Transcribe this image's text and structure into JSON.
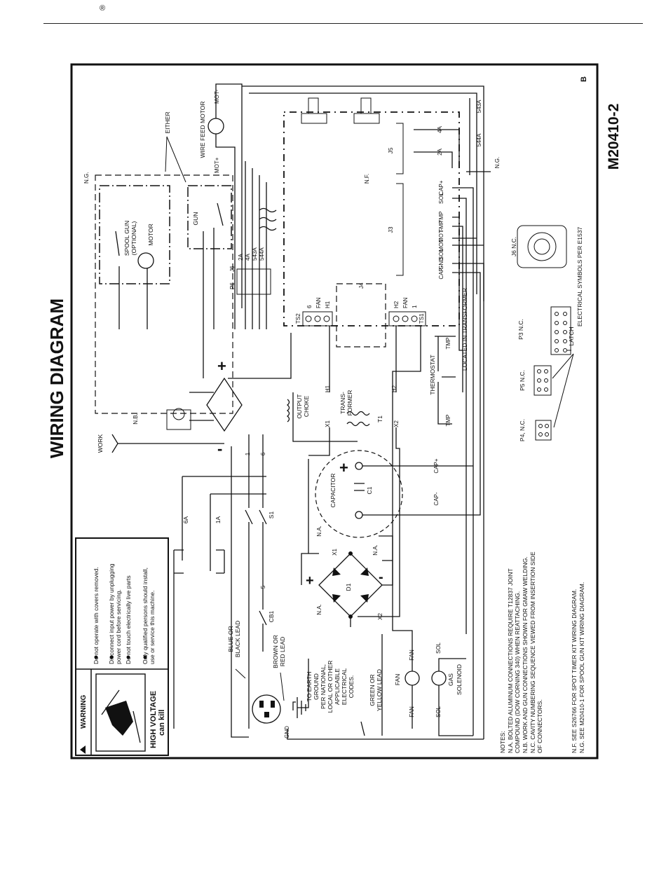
{
  "header": {
    "reg_mark": "®"
  },
  "diagram": {
    "title": "WIRING DIAGRAM",
    "drawing_number": "M20410-2",
    "revision": "B",
    "warning": {
      "label": "WARNING",
      "bullets": [
        "Do not operate with covers removed.",
        "Disconnect input power by unplugging",
        "power cord before servicing.",
        "Do not touch electrically live parts",
        "Only qualified persons should install,",
        "use or service this machine."
      ],
      "high_voltage": "HIGH VOLTAGE",
      "can_kill": "can kill"
    },
    "labels": {
      "work": "WORK",
      "nb": "N.B.",
      "ng": "N.G.",
      "nf": "N.F.",
      "na": "N.A.",
      "either": "EITHER",
      "spool_gun": "SPOOL GUN",
      "optional": "(OPTIONAL)",
      "motor": "MOTOR",
      "gun": "GUN",
      "wire_feed_motor": "WIRE FEED MOTOR",
      "mot_plus": "MOT+",
      "mot_minus": "MOT-",
      "output_choke": "OUTPUT",
      "choke": "CHOKE",
      "trans": "TRANS-",
      "former": "FORMER",
      "t1": "T1",
      "thermostat": "THERMOSTAT",
      "located": "LOCATED IN TRANSFORMER",
      "tmp": "TMP",
      "capacitor": "CAPACITOR",
      "c1": "C1",
      "cap_plus": "CAP+",
      "cap_minus": "CAP-",
      "d1": "D1",
      "x1": "X1",
      "x2": "X2",
      "h1": "H1",
      "h2": "H2",
      "s1": "S1",
      "cb1": "CB1",
      "ts1": "TS1",
      "ts2": "TS2",
      "fan": "FAN",
      "gas": "GAS",
      "solenoid": "SOLENOID",
      "sol": "SOL",
      "gnd": "GND",
      "blue_or_black_lead": "BLUE OR",
      "black_lead": "BLACK LEAD",
      "brown_or_red_lead": "BROWN OR",
      "red_lead": "RED LEAD",
      "green_or_yellow_lead": "GREEN OR",
      "yellow_lead": "YELLOW LEAD",
      "to_earth_ground": [
        "TO EARTH",
        "GROUND",
        "PER NATIONAL,",
        "LOCAL OR OTHER",
        "APPLICABLE",
        "ELECTRICAL",
        "CODES."
      ],
      "j3": "J3",
      "j4": "J4",
      "j5": "J5",
      "j6": "J6",
      "p6": "P6",
      "j6_nc": "J6 N.C.",
      "p3_nc": "P3 N.C.",
      "p4_nc": "P4, N.C.",
      "p5_nc": "P5 N.C.",
      "latch": "LATCH",
      "elec_symbols": "ELECTRICAL SYMBOLS PER E1537"
    },
    "wires": [
      "1",
      "6",
      "5",
      "6A",
      "1A",
      "2A",
      "4A",
      "543A",
      "544A"
    ],
    "j3_pins": [
      "CAP+",
      "SOL",
      "TMP",
      "TMP",
      "MOT-",
      "MOT",
      "SOL",
      "GND",
      "CAP-"
    ],
    "notes": [
      "NOTES:",
      "N.A.   BOLTED ALUMINUM CONNECTIONS REQUIRE T12837 JOINT",
      "          COMPOUND (DOW CORNING 340) WHEN REATTACHING.",
      "N.B.   WORK AND GUN CONNECTIONS SHOWN FOR GMAW WELDING.",
      "N.C.   CAVITY NUMBERING SEQUENCE VIEWED FROM INSERTION SIDE",
      "          OF CONNECTORS.",
      "N.F.   SEE S26766 FOR SPOT TIMER KIT WIRING DIAGRAM.",
      "N.G.   SEE M20410-1 FOR SPOOL GUN KIT WIRING DIAGRAM."
    ]
  }
}
